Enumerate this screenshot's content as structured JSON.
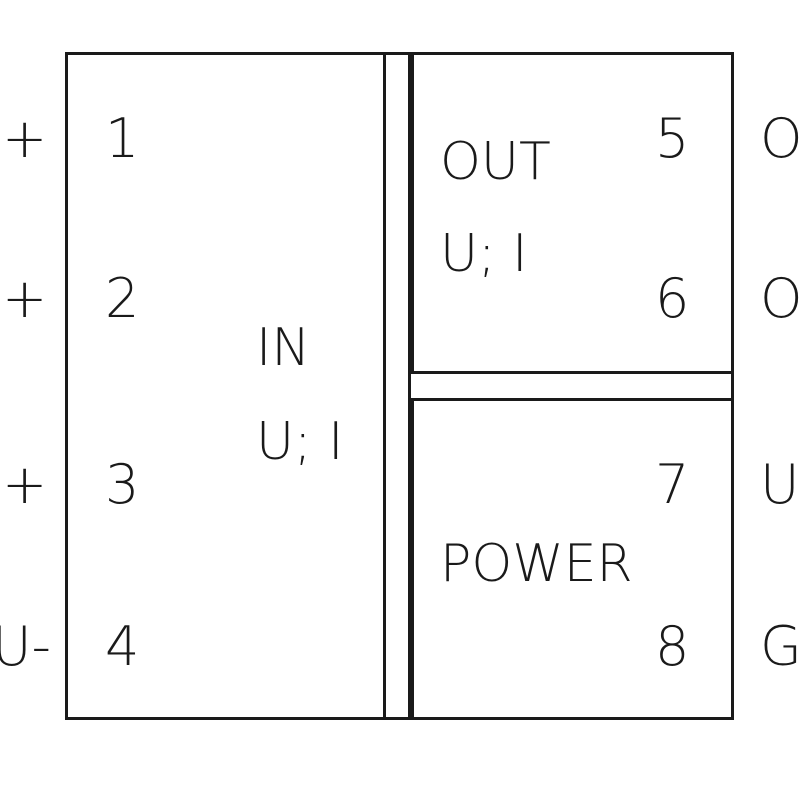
{
  "in_block": {
    "title": "IN",
    "subtitle": "U; I"
  },
  "out_block": {
    "title": "OUT",
    "subtitle": "U; I"
  },
  "power_block": {
    "title": "POWER"
  },
  "terminals": [
    "1",
    "2",
    "3",
    "4",
    "5",
    "6",
    "7",
    "8"
  ],
  "left_labels": [
    "+",
    "+",
    "+",
    "U-"
  ],
  "right_labels": [
    "O",
    "O",
    "U",
    "G"
  ]
}
